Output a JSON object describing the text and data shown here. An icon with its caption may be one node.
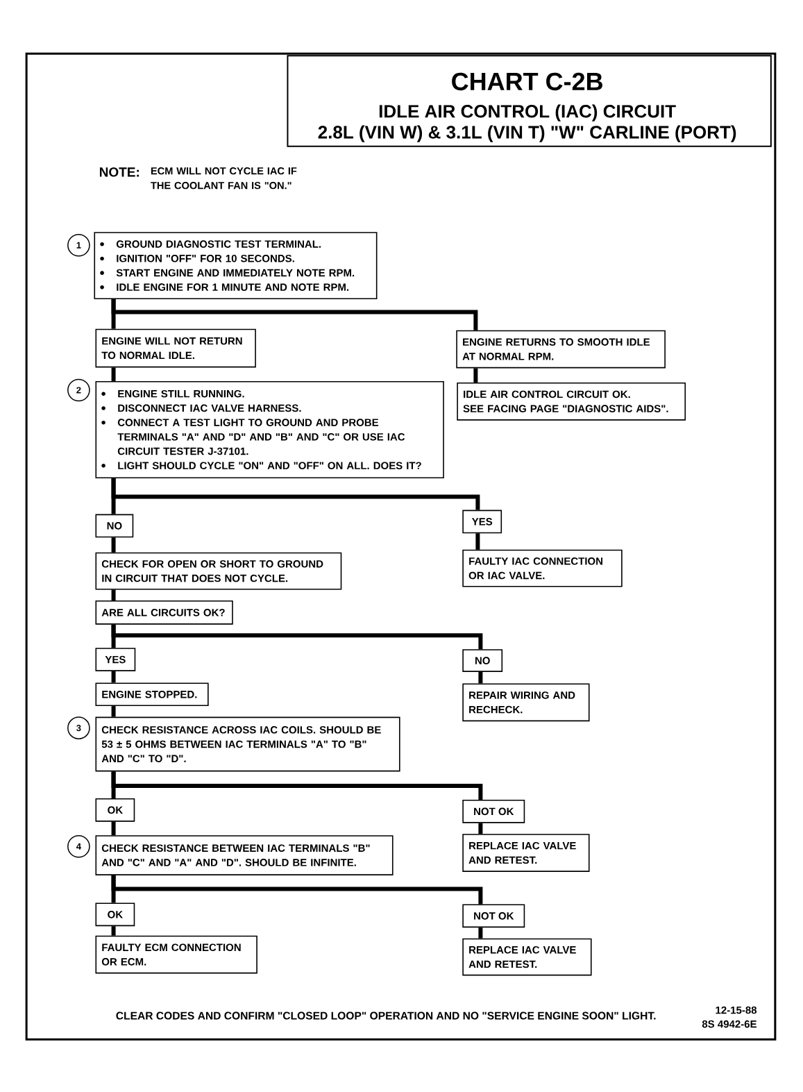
{
  "diagram": {
    "title": "CHART C-2B",
    "nodes": [
      {
        "text": [
          "GROUND DIAGNOSTIC TEST TERMINAL.",
          "IGNITION \"OFF\" FOR 10 SECONDS.",
          "START ENGINE AND IMMEDIATELY NOTE RPM.",
          "IDLE ENGINE FOR 1 MINUTE AND NOTE RPM."
        ],
        "beside": [
          "1"
        ]
      },
      {
        "text": [
          "ENGINE WILL NOT RETURN TO NORMAL IDLE."
        ]
      },
      {
        "text": [
          "ENGINE RETURNS TO SMOOTH IDLE AT NORMAL RPM."
        ]
      },
      {
        "text": [
          "ENGINE STILL RUNNING.",
          "DISCONNECT IAC VALVE HARNESS.",
          "CONNECT A TEST LIGHT TO GROUND AND PROBE TERMINALS \"A\" AND \"D\" AND \"B\" AND \"C\" OR USE IAC CIRCUIT TESTER J-37101.",
          "LIGHT SHOULD CYCLE \"ON\" AND \"OFF\" ON ALL. DOES IT?"
        ],
        "beside": [
          "2"
        ]
      },
      {
        "text": [
          "IDLE AIR CONTROL CIRCUIT OK.",
          "SEE FACING PAGE \"DIAGNOSTIC AIDS\"."
        ]
      },
      {
        "text": [
          "NO"
        ]
      },
      {
        "text": [
          "YES"
        ]
      },
      {
        "text": [
          "CHECK FOR OPEN OR SHORT TO GROUND IN CIRCUIT THAT DOES NOT CYCLE."
        ]
      },
      {
        "text": [
          "FAULTY IAC CONNECTION OR IAC VALVE."
        ]
      },
      {
        "text": [
          "ARE ALL CIRCUITS OK?"
        ]
      },
      {
        "text": [
          "YES"
        ]
      },
      {
        "text": [
          "NO"
        ]
      },
      {
        "text": [
          "ENGINE STOPPED."
        ]
      },
      {
        "text": [
          "REPAIR WIRING AND RECHECK."
        ]
      },
      {
        "text": [
          "CHECK RESISTANCE ACROSS IAC COILS. SHOULD BE 53 ± 5 OHMS BETWEEN IAC TERMINALS \"A\" TO \"B\" AND \"C\" TO \"D\"."
        ],
        "beside": [
          "3"
        ]
      },
      {
        "text": [
          "OK"
        ]
      },
      {
        "text": [
          "NOT OK"
        ]
      },
      {
        "text": [
          "CHECK RESISTANCE BETWEEN IAC TERMINALS \"B\" AND \"C\" AND \"A\" AND \"D\". SHOULD BE INFINITE."
        ],
        "beside": [
          "4"
        ]
      },
      {
        "text": [
          "REPLACE IAC VALVE AND RETEST."
        ]
      },
      {
        "text": [
          "OK"
        ]
      },
      {
        "text": [
          "NOT OK"
        ]
      },
      {
        "text": [
          "FAULTY ECM CONNECTION OR ECM."
        ]
      },
      {
        "text": [
          "REPLACE IAC VALVE AND RETEST."
        ]
      }
    ],
    "edges": [
      {
        "from": 0,
        "to": 1,
        "arrow": "none"
      },
      {
        "from": 0,
        "to": 2,
        "arrow": "none"
      },
      {
        "from": 1,
        "to": 3,
        "arrow": "none"
      },
      {
        "from": 2,
        "to": 4,
        "arrow": "none"
      },
      {
        "from": 3,
        "to": 5,
        "arrow": "none"
      },
      {
        "from": 3,
        "to": 6,
        "arrow": "none"
      },
      {
        "from": 5,
        "to": 7,
        "arrow": "none"
      },
      {
        "from": 6,
        "to": 8,
        "arrow": "none"
      },
      {
        "from": 7,
        "to": 9,
        "arrow": "none"
      },
      {
        "from": 9,
        "to": 10,
        "arrow": "none"
      },
      {
        "from": 9,
        "to": 11,
        "arrow": "none"
      },
      {
        "from": 10,
        "to": 12,
        "arrow": "none"
      },
      {
        "from": 11,
        "to": 13,
        "arrow": "none"
      },
      {
        "from": 12,
        "to": 14,
        "arrow": "none"
      },
      {
        "from": 14,
        "to": 15,
        "arrow": "none"
      },
      {
        "from": 14,
        "to": 16,
        "arrow": "none"
      },
      {
        "from": 15,
        "to": 17,
        "arrow": "none"
      },
      {
        "from": 16,
        "to": 18,
        "arrow": "none"
      },
      {
        "from": 17,
        "to": 19,
        "arrow": "none"
      },
      {
        "from": 17,
        "to": 20,
        "arrow": "none"
      },
      {
        "from": 19,
        "to": 21,
        "arrow": "none"
      },
      {
        "from": 20,
        "to": 22,
        "arrow": "none"
      }
    ],
    "labels": [
      "IDLE AIR CONTROL (IAC) CIRCUIT",
      "2.8L (VIN W) & 3.1L (VIN T) \"W\" CARLINE (PORT)",
      "NOTE:",
      "ECM WILL NOT CYCLE IAC IF THE COOLANT FAN IS \"ON.\"",
      "CLEAR CODES AND CONFIRM \"CLOSED LOOP\" OPERATION AND NO \"SERVICE ENGINE SOON\" LIGHT.",
      "12-15-88",
      "8S 4942-6E"
    ]
  }
}
